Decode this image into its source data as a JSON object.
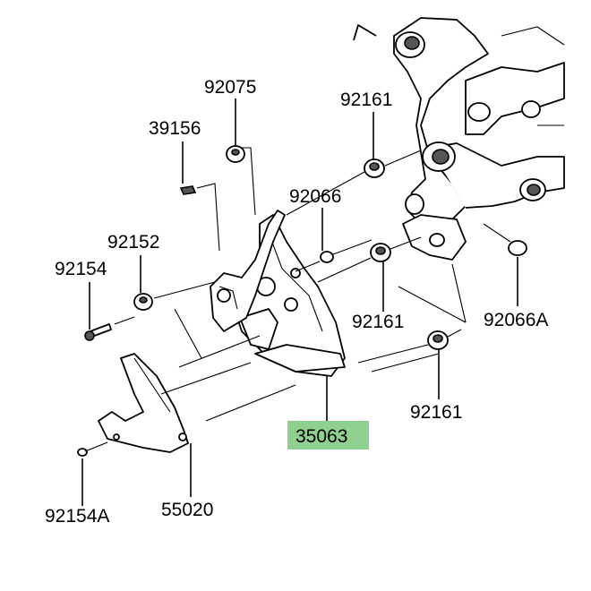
{
  "parts": {
    "p92075": "92075",
    "p39156": "39156",
    "p92161_top": "92161",
    "p92066": "92066",
    "p92152": "92152",
    "p92154": "92154",
    "p92161_mid": "92161",
    "p92066A": "92066A",
    "p92161_low": "92161",
    "p35063": "35063",
    "p92154A": "92154A",
    "p55020": "55020"
  },
  "colors": {
    "highlight": "#8fcf8f",
    "line": "#000000",
    "background": "#ffffff"
  }
}
